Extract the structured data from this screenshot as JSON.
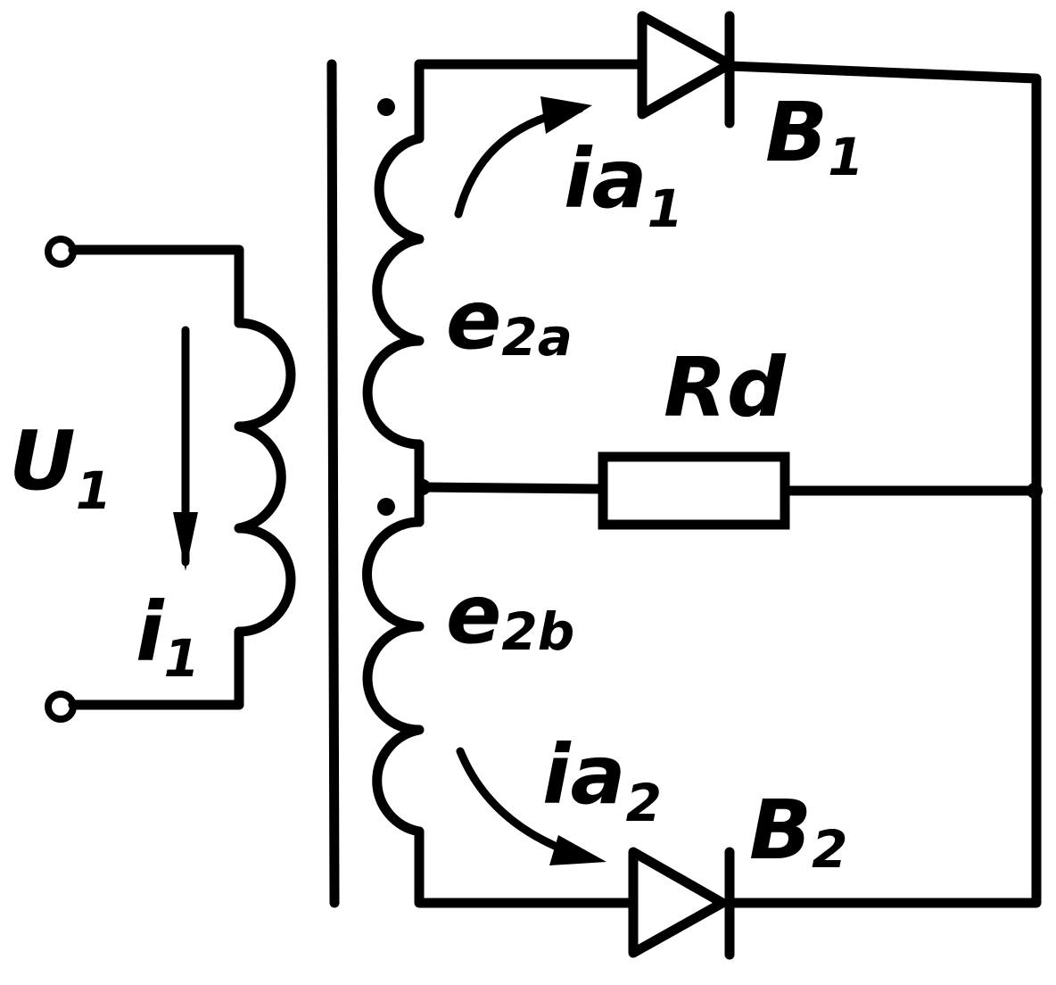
{
  "labels": {
    "u1": {
      "main": "U",
      "sub": "1"
    },
    "i1": {
      "main": "i",
      "sub": "1"
    },
    "ia1": {
      "main": "ia",
      "sub": "1"
    },
    "ia2": {
      "main": "ia",
      "sub": "2"
    },
    "e2a": {
      "main": "e",
      "sub": "2a"
    },
    "e2b": {
      "main": "e",
      "sub": "2b"
    },
    "rd": {
      "main": "Rd"
    },
    "b1": {
      "main": "B",
      "sub": "1"
    },
    "b2": {
      "main": "B",
      "sub": "2"
    }
  }
}
